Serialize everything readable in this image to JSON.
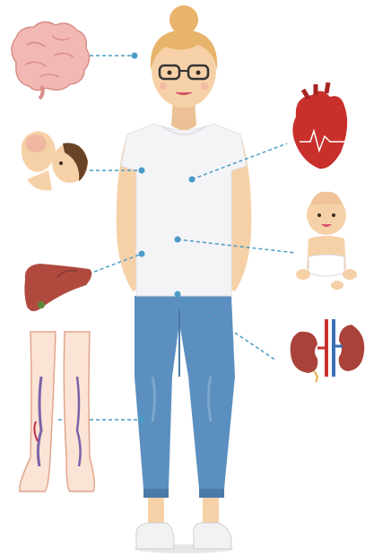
{
  "diagram": {
    "subject": "woman",
    "organs": [
      {
        "name": "brain",
        "icon": "brain-icon"
      },
      {
        "name": "breastfeeding",
        "icon": "breastfeeding-icon"
      },
      {
        "name": "liver",
        "icon": "liver-icon"
      },
      {
        "name": "legs-veins",
        "icon": "legs-veins-icon"
      },
      {
        "name": "heart",
        "icon": "heart-icon"
      },
      {
        "name": "baby",
        "icon": "baby-icon"
      },
      {
        "name": "kidneys",
        "icon": "kidneys-icon"
      }
    ]
  },
  "colors": {
    "connector": "#4a9cc7",
    "brain": "#f2b9b4",
    "heart": "#c9302c",
    "liver": "#b04a3f",
    "jeans": "#5b8fbf",
    "shirt": "#f4f4f6",
    "skin": "#f6d1a8",
    "hair": "#e8b36a"
  }
}
